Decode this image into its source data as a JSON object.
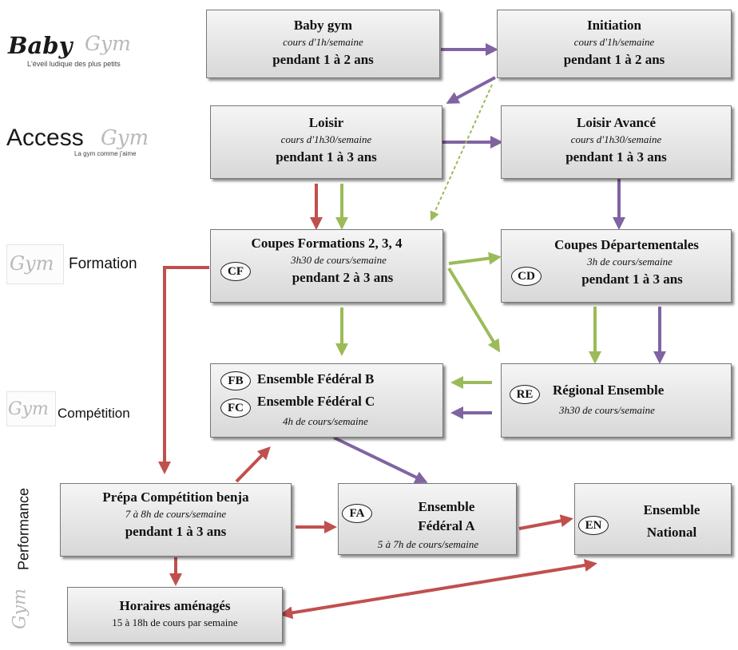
{
  "logos": {
    "babygym": {
      "word": "Baby",
      "gym": "Gym",
      "tagline": "L'éveil ludique des plus petits"
    },
    "accessgym": {
      "word": "Access",
      "gym": "Gym",
      "tagline": "La gym comme j'aime"
    },
    "formation": {
      "gym": "Gym",
      "label": "Formation"
    },
    "competition": {
      "gym": "Gym",
      "label": "Compétition"
    },
    "performance": {
      "gym": "Gym",
      "label": "Performance"
    }
  },
  "boxes": {
    "babygym": {
      "title": "Baby gym",
      "sub": "cours d'1h/semaine",
      "duration": "pendant 1 à 2 ans"
    },
    "initiation": {
      "title": "Initiation",
      "sub": "cours d'1h/semaine",
      "duration": "pendant 1 à 2 ans"
    },
    "loisir": {
      "title": "Loisir",
      "sub": "cours d'1h30/semaine",
      "duration": "pendant 1 à 3 ans"
    },
    "loisir_avance": {
      "title": "Loisir Avancé",
      "sub": "cours d'1h30/semaine",
      "duration": "pendant 1 à 3 ans"
    },
    "coupes_formations": {
      "title": "Coupes Formations 2, 3, 4",
      "badge": "CF",
      "sub": "3h30  de cours/semaine",
      "duration": "pendant 2 à 3 ans"
    },
    "coupes_dep": {
      "title": "Coupes Départementales",
      "badge": "CD",
      "sub": "3h de cours/semaine",
      "duration": "pendant 1 à 3 ans"
    },
    "ensemble_federal_bc": {
      "badge1": "FB",
      "title1": "Ensemble Fédéral B",
      "badge2": "FC",
      "title2": "Ensemble Fédéral C",
      "sub": "4h  de cours/semaine"
    },
    "regional_ensemble": {
      "badge": "RE",
      "title": "Régional Ensemble",
      "sub": "3h30  de cours/semaine"
    },
    "prepa": {
      "title": "Prépa Compétition benja",
      "sub": "7 à 8h  de cours/semaine",
      "duration": "pendant 1 à 3 ans"
    },
    "ensemble_federal_a": {
      "badge": "FA",
      "title1": "Ensemble",
      "title2": "Fédéral A",
      "sub": "5 à 7h  de cours/semaine"
    },
    "ensemble_national": {
      "badge": "EN",
      "title1": "Ensemble",
      "title2": "National"
    },
    "horaires": {
      "title": "Horaires aménagés",
      "sub": "15 à 18h de cours par semaine"
    }
  },
  "colors": {
    "purple": "#8064a2",
    "green": "#9bbb59",
    "red": "#c0504d"
  }
}
